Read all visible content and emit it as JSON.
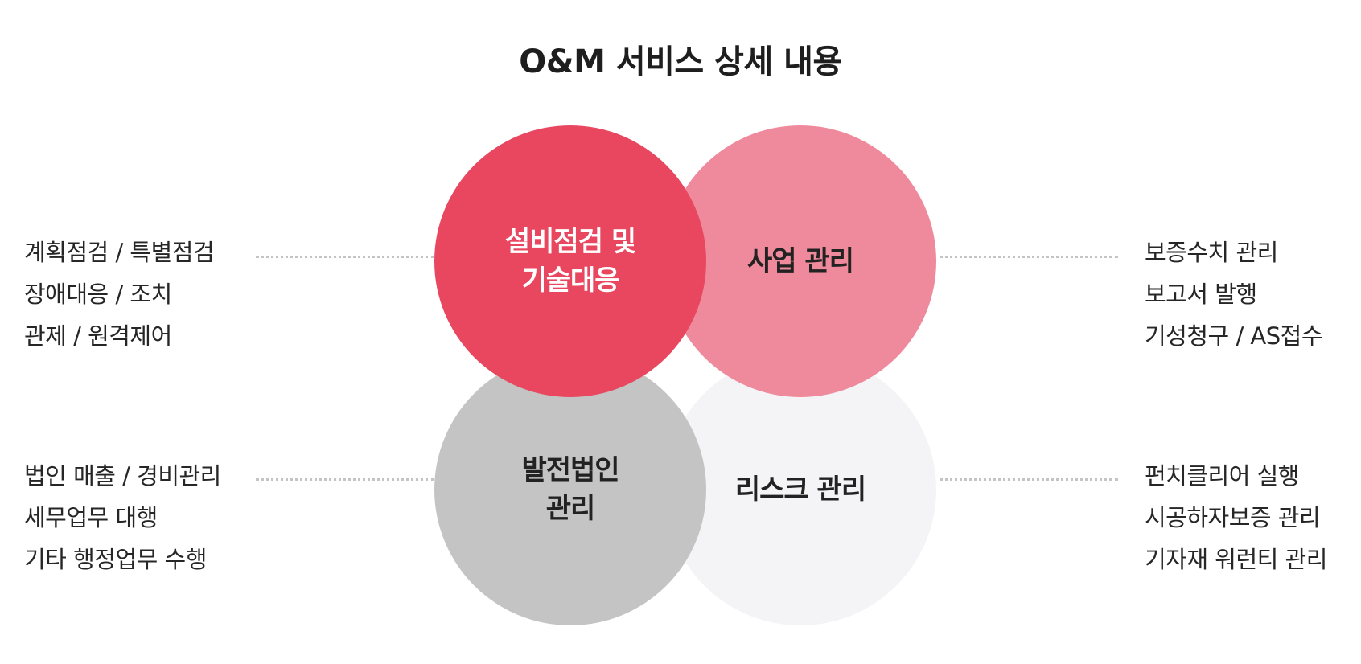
{
  "title": "O&M 서비스 상세 내용",
  "colors": {
    "circle_top_left": "#e8475f",
    "circle_top_right": "#ee8a9b",
    "circle_bottom_left": "#c4c4c4",
    "circle_bottom_right": "#f4f4f6"
  },
  "circles": {
    "top_left": {
      "line1": "설비점검 및",
      "line2": "기술대응"
    },
    "top_right": {
      "line1": "사업 관리"
    },
    "bottom_left": {
      "line1": "발전법인",
      "line2": "관리"
    },
    "bottom_right": {
      "line1": "리스크 관리"
    }
  },
  "left_top_items": [
    "계획점검 / 특별점검",
    "장애대응 / 조치",
    "관제 / 원격제어"
  ],
  "left_bottom_items": [
    "법인 매출 / 경비관리",
    "세무업무 대행",
    "기타 행정업무 수행"
  ],
  "right_top_items": [
    "보증수치 관리",
    "보고서 발행",
    "기성청구 / AS접수"
  ],
  "right_bottom_items": [
    "펀치클리어 실행",
    "시공하자보증 관리",
    "기자재 워런티 관리"
  ]
}
